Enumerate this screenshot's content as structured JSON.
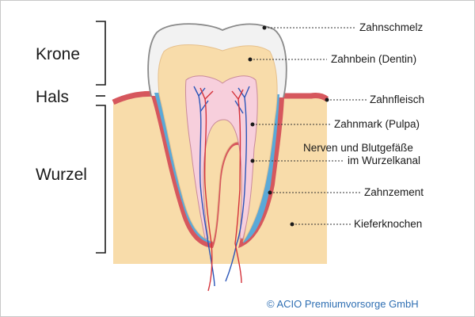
{
  "sections": {
    "crown": "Krone",
    "neck": "Hals",
    "root": "Wurzel"
  },
  "labels": {
    "enamel": "Zahnschmelz",
    "dentin": "Zahnbein (Dentin)",
    "gum": "Zahnfleisch",
    "pulp": "Zahnmark (Pulpa)",
    "nerves_line1": "Nerven und Blutgefäße",
    "nerves_line2": "im Wurzelkanal",
    "cementum": "Zahnzement",
    "jawbone": "Kieferknochen"
  },
  "copyright": "© ACIO Premiumvorsorge GmbH",
  "colors": {
    "enamel": "#f2f2f2",
    "enamel_stroke": "#8a8a8a",
    "dentin": "#f8dcaa",
    "pulp": "#f7cfdc",
    "bone": "#f8dcaa",
    "gum": "#d6575d",
    "cementum": "#5aa9d8",
    "nerve": "#2a55b8",
    "vessel": "#d4323a",
    "copyright": "#2f6fb3"
  }
}
